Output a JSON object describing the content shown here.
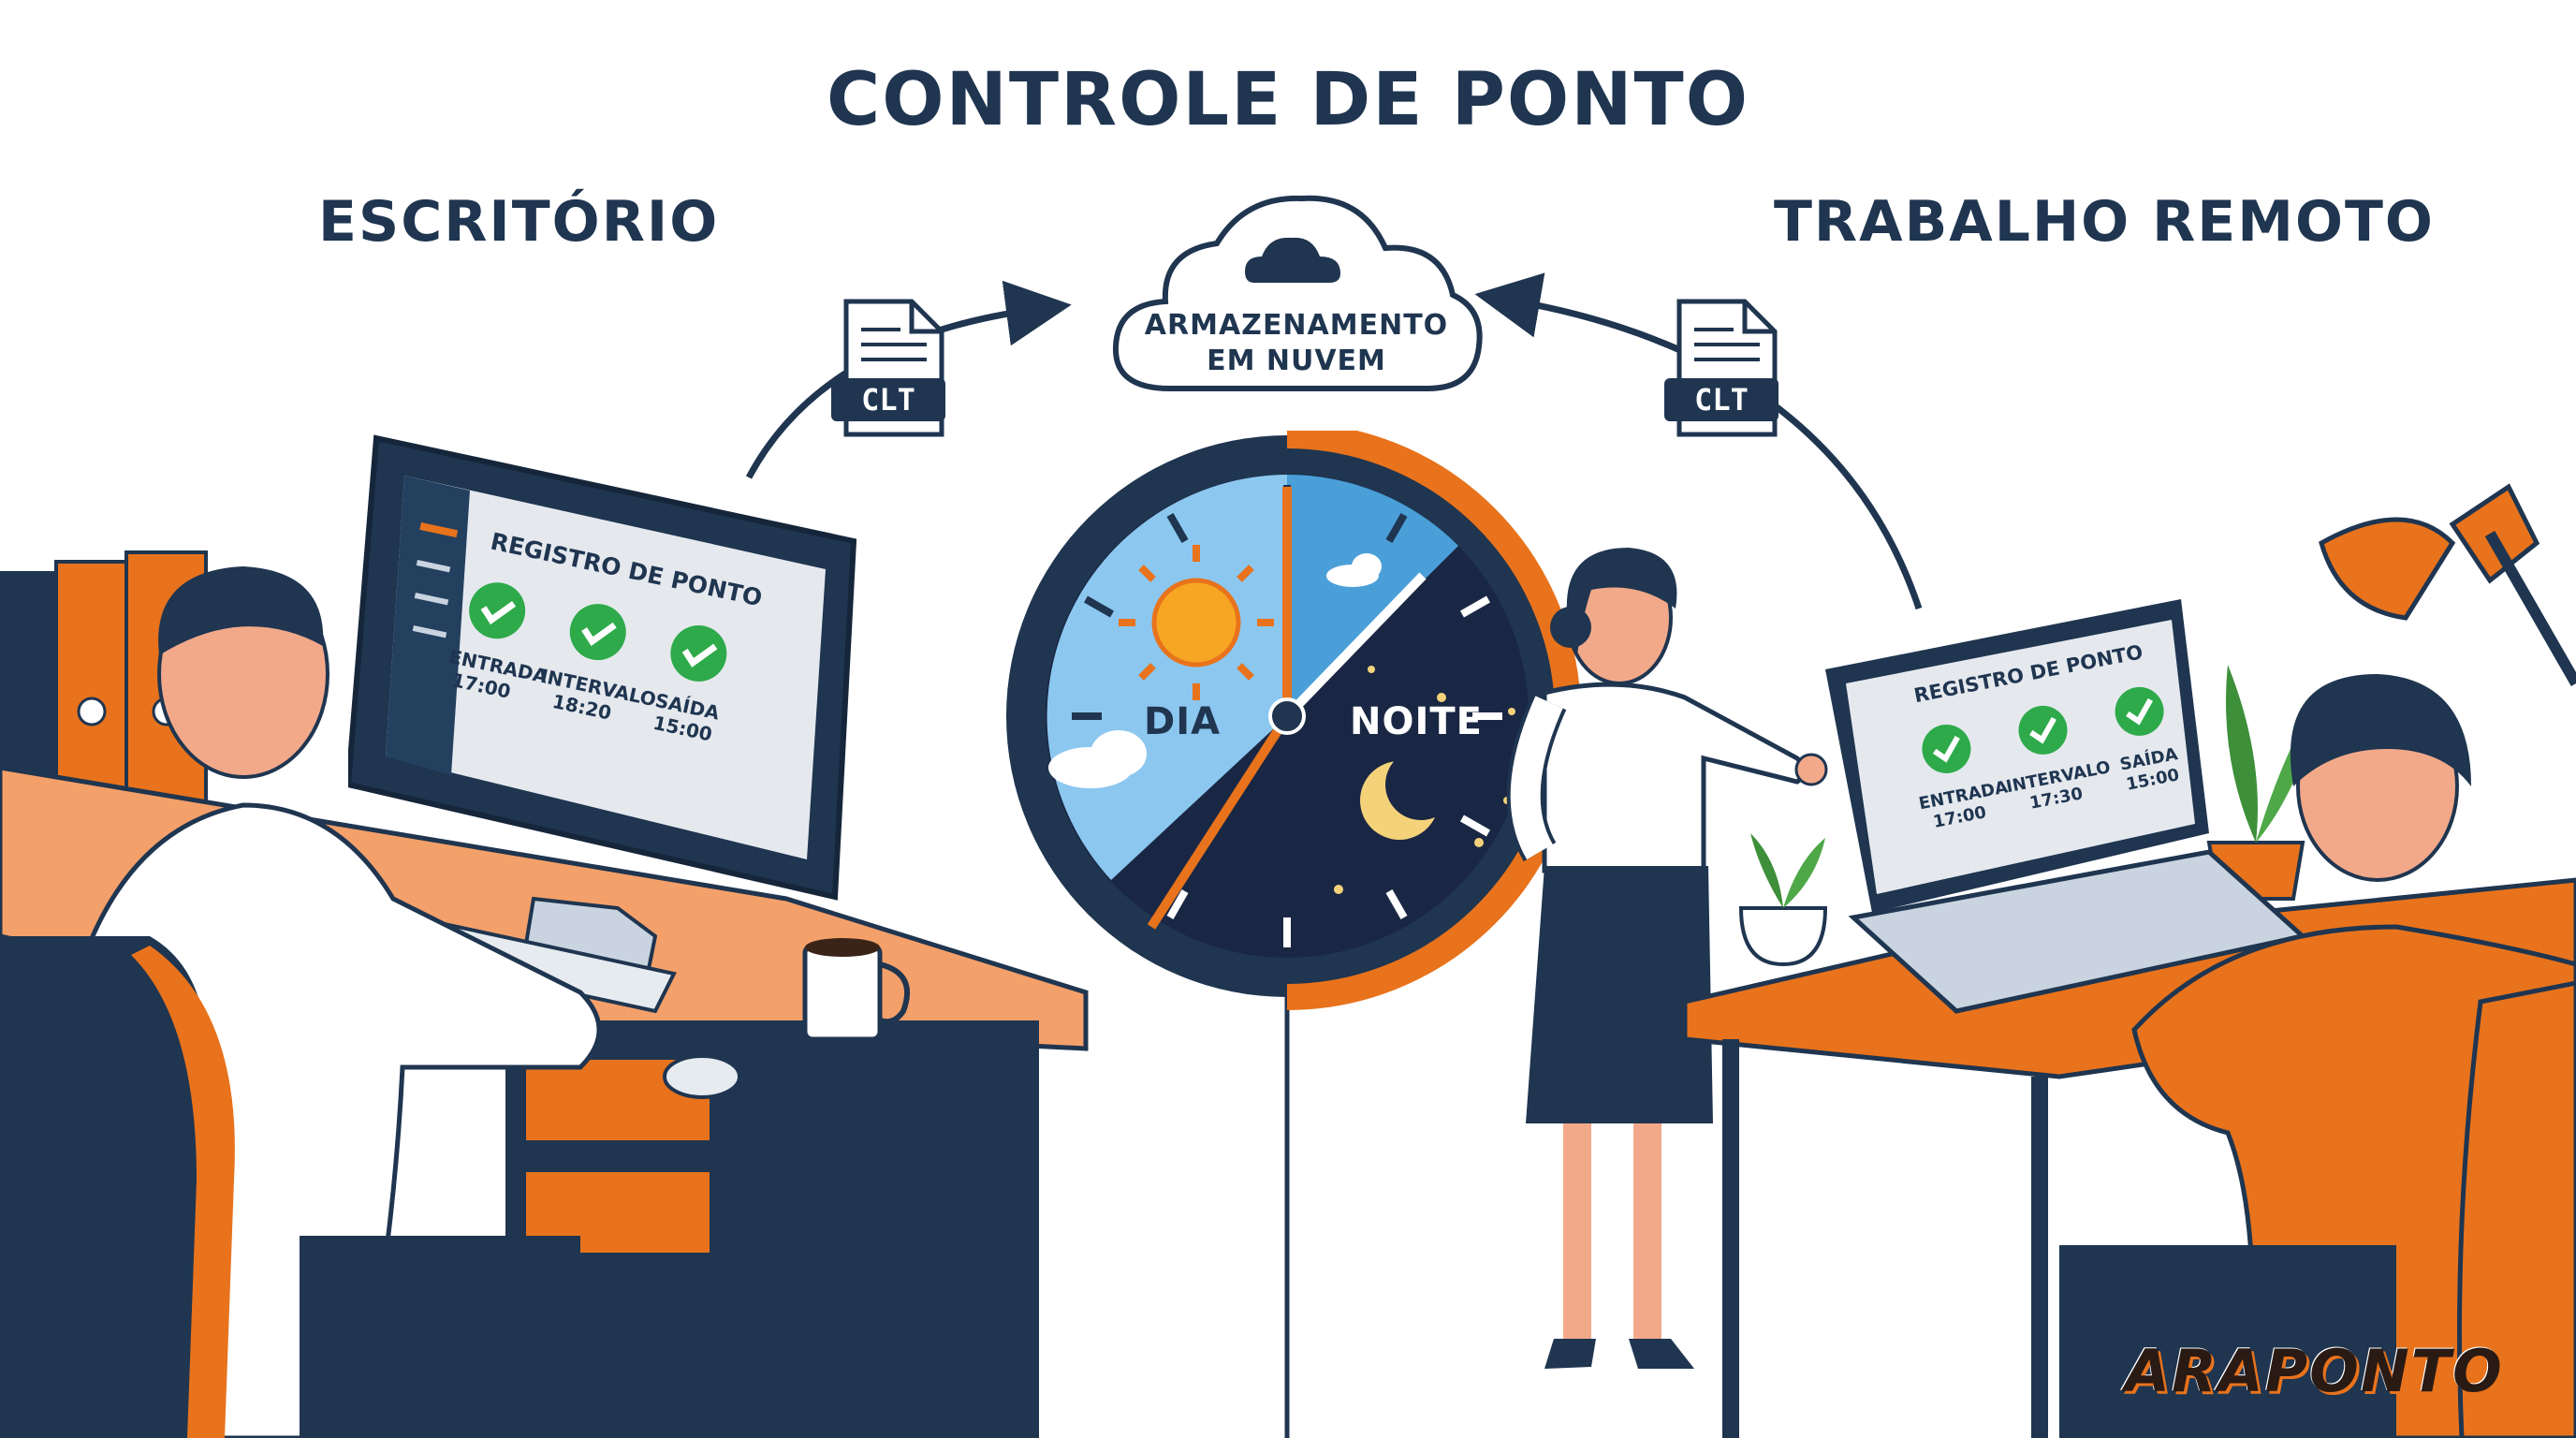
{
  "titles": {
    "main": "CONTROLE DE PONTO",
    "left": "ESCRITÓRIO",
    "right": "TRABALHO REMOTO"
  },
  "cloud": {
    "line1": "ARMAZENAMENTO",
    "line2": "EM NUVEM"
  },
  "documents": {
    "left_label": "CLT",
    "right_label": "CLT"
  },
  "office_screen": {
    "title": "REGISTRO DE PONTO",
    "entries": [
      {
        "label": "ENTRADA",
        "time": "17:00"
      },
      {
        "label": "INTERVALO",
        "time": "18:20"
      },
      {
        "label": "SAÍDA",
        "time": "15:00"
      }
    ]
  },
  "remote_screen": {
    "title": "REGISTRO DE PONTO",
    "entries": [
      {
        "label": "ENTRADA",
        "time": "17:00"
      },
      {
        "label": "INTERVALO",
        "time": "17:30"
      },
      {
        "label": "SAÍDA",
        "time": "15:00"
      }
    ]
  },
  "clock": {
    "day_label": "DIA",
    "night_label": "NOITE"
  },
  "brand": "ARAPONTO",
  "colors": {
    "navy": "#1f3550",
    "orange": "#e8731c",
    "check_green": "#2eaa4a",
    "sky_blue": "#8cc7ef",
    "night": "#1a2744"
  }
}
